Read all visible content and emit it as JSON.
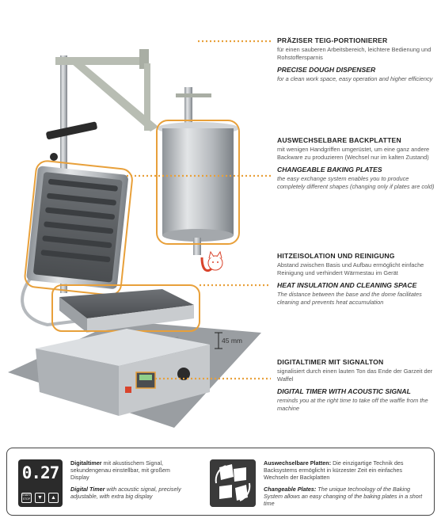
{
  "features": [
    {
      "title_de": "PRÄZISER TEIG-PORTIONIERER",
      "body_de": "für einen sauberen Arbeitsbereich, leichtere Bedienung und Rohstoffersparnis",
      "title_en": "PRECISE DOUGH DISPENSER",
      "body_en": "for a clean work space, easy operation and higher efficiency"
    },
    {
      "title_de": "AUSWECHSELBARE BACKPLATTEN",
      "body_de": "mit wenigen Handgriffen umgerüstet, um eine ganz andere Backware zu produzieren (Wechsel nur im kalten Zustand)",
      "title_en": "CHANGEABLE BAKING PLATES",
      "body_en": "the easy exchange system enables you to produce completely different shapes (changing only if plates are cold)"
    },
    {
      "title_de": "HITZEISOLATION UND REINIGUNG",
      "body_de": "Abstand zwischen Basis und Aufbau ermöglicht einfache Reinigung und verhindert Wärmestau im Gerät",
      "title_en": "HEAT INSULATION AND CLEANING SPACE",
      "body_en": "The distance between the base and the dome facilitates cleaning and prevents heat accumulation"
    },
    {
      "title_de": "DIGITALTIMER MIT SIGNALTON",
      "body_de": "signalisiert durch einen lauten Ton das Ende der Garzeit der Waffel",
      "title_en": "DIGITAL TIMER WITH ACOUSTIC SIGNAL",
      "body_en": "reminds you at the right time to take off the waffle from the machine"
    }
  ],
  "dimension_label": "45 mm",
  "bottom": {
    "timer_display": "0.27",
    "timer_buttons": [
      "START STOP",
      "▼",
      "▲"
    ],
    "timer_bold": "Digitaltimer",
    "timer_de": " mit akustischem Signal, sekundengenau einstellbar, mit großem Display",
    "timer_en_bold": "Digital Timer",
    "timer_en": " with acoustic signal, precisely adjustable, with extra big display",
    "plates_bold": "Auswechselbare Platten:",
    "plates_de": " Die einzigartige Technik des Backsystems ermöglicht in kürzester Zeit ein einfaches Wechseln der Backplatten",
    "plates_en_bold": "Changeable Plates:",
    "plates_en": " The unique technology of the Baking System allows an easy changing of the baking plates in a short time"
  },
  "colors": {
    "accent": "#e8a03a",
    "steel": "#b8bcc0",
    "dark": "#2b2b2b"
  }
}
